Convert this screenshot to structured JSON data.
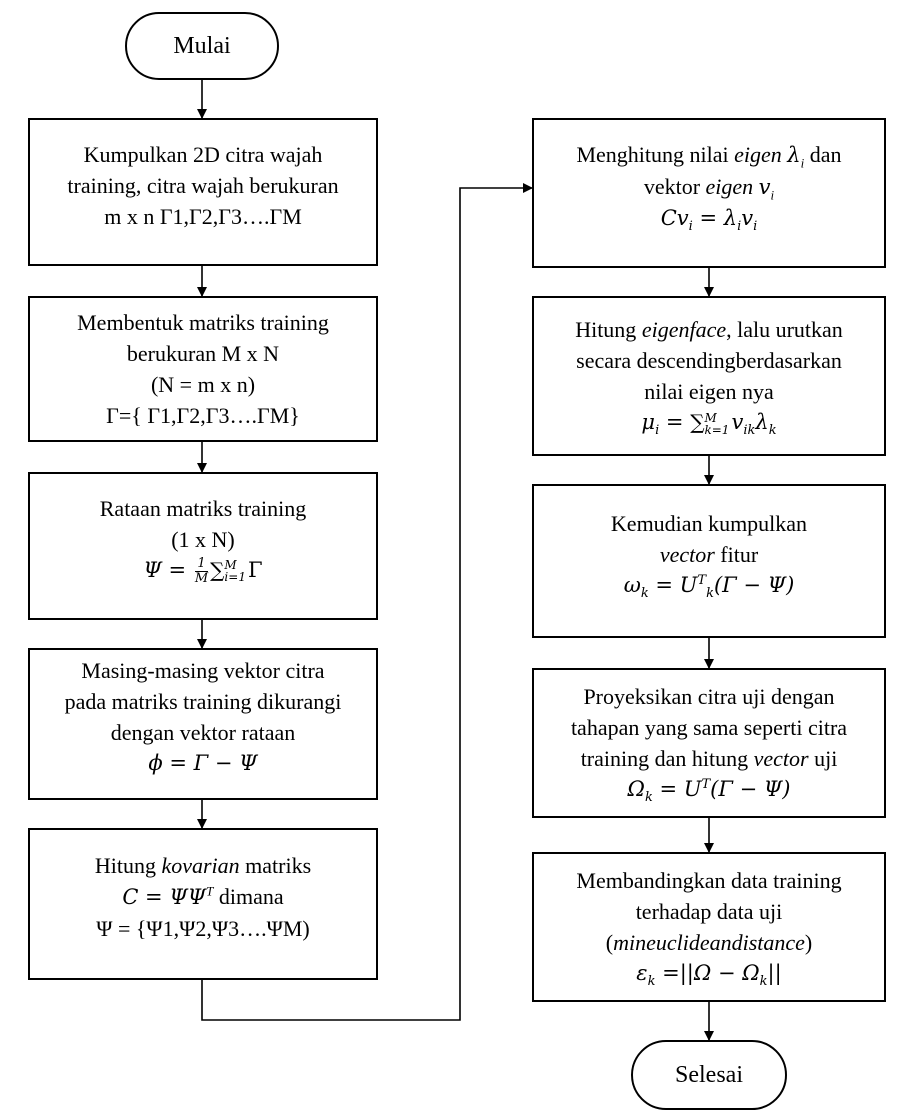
{
  "start": {
    "label": "Mulai"
  },
  "end": {
    "label": "Selesai"
  },
  "steps": {
    "collect": {
      "line1": "Kumpulkan 2D citra wajah",
      "line2": "training, citra wajah berukuran",
      "line3": "m x n Γ1,Γ2,Γ3….ΓM"
    },
    "matrix": {
      "line1": "Membentuk matriks training",
      "line2": "berukuran M x N",
      "line3": "(N = m x n)",
      "line4": "Γ={ Γ1,Γ2,Γ3….ΓM}"
    },
    "mean": {
      "line1": "Rataan matriks training",
      "line2": "(1 x N)",
      "lhs": "Ψ =",
      "frac_num": "1",
      "frac_den": "M",
      "sum_top": "M",
      "sum_bot": "i=1",
      "rhs": "Γ"
    },
    "subtract": {
      "line1": "Masing-masing vektor citra",
      "line2": "pada matriks training dikurangi",
      "line3": "dengan vektor rataan",
      "formula": "ϕ = Γ − Ψ"
    },
    "covariance": {
      "pre": "Hitung ",
      "emph": "kovarian",
      "post": " matriks",
      "formula": "C = ΨΨ",
      "formula_sup": "T",
      "formula_post": " dimana",
      "line3": "Ψ = {Ψ1,Ψ2,Ψ3….ΨM)"
    },
    "eigen": {
      "pre": "Menghitung nilai ",
      "emph": "eigen",
      "lambda": "λ",
      "lambda_sub": "i",
      "post": " dan",
      "line2_pre": "vektor ",
      "line2_emph": "eigen",
      "v": "v",
      "v_sub": "i",
      "f_lhs": "Cv",
      "f_lhs_sub": "i",
      "f_mid": " = λ",
      "f_mid_sub": "i",
      "f_rhs": "v",
      "f_rhs_sub": "i"
    },
    "eigenface": {
      "pre": "Hitung ",
      "emph": "eigenface",
      "post": ", lalu urutkan",
      "line2": "secara descendingberdasarkan",
      "line3": "nilai eigen nya",
      "f_mu": "μ",
      "f_mu_sub": "i",
      "f_eq": " = ",
      "sum_top": "M",
      "sum_bot": "k=1",
      "f_v": "v",
      "f_v_sub": "ik",
      "f_l": "λ",
      "f_l_sub": "k"
    },
    "feature": {
      "line1": "Kemudian kumpulkan",
      "emph": "vector",
      "post": " fitur",
      "f_w": "ω",
      "f_w_sub": "k",
      "f_eq": " = U",
      "f_u_sup": "T",
      "f_u_sub": "k",
      "f_rhs": "(Γ − Ψ)"
    },
    "project": {
      "line1": "Proyeksikan citra uji dengan",
      "line2": "tahapan yang sama seperti citra",
      "pre": "training dan hitung ",
      "emph": "vector",
      "post": " uji",
      "f_o": "Ω",
      "f_o_sub": "k",
      "f_eq": " = U",
      "f_u_sup": "T",
      "f_rhs": "(Γ − Ψ)"
    },
    "compare": {
      "line1": "Membandingkan data training",
      "line2": "terhadap data uji",
      "line3_open": "(",
      "line3_emph": "mineuclideandistance",
      "line3_close": ")",
      "f_e": "ε",
      "f_e_sub": "k",
      "f_rhs": " =||Ω − Ω",
      "f_rhs_sub": "k",
      "f_close": "||"
    }
  }
}
